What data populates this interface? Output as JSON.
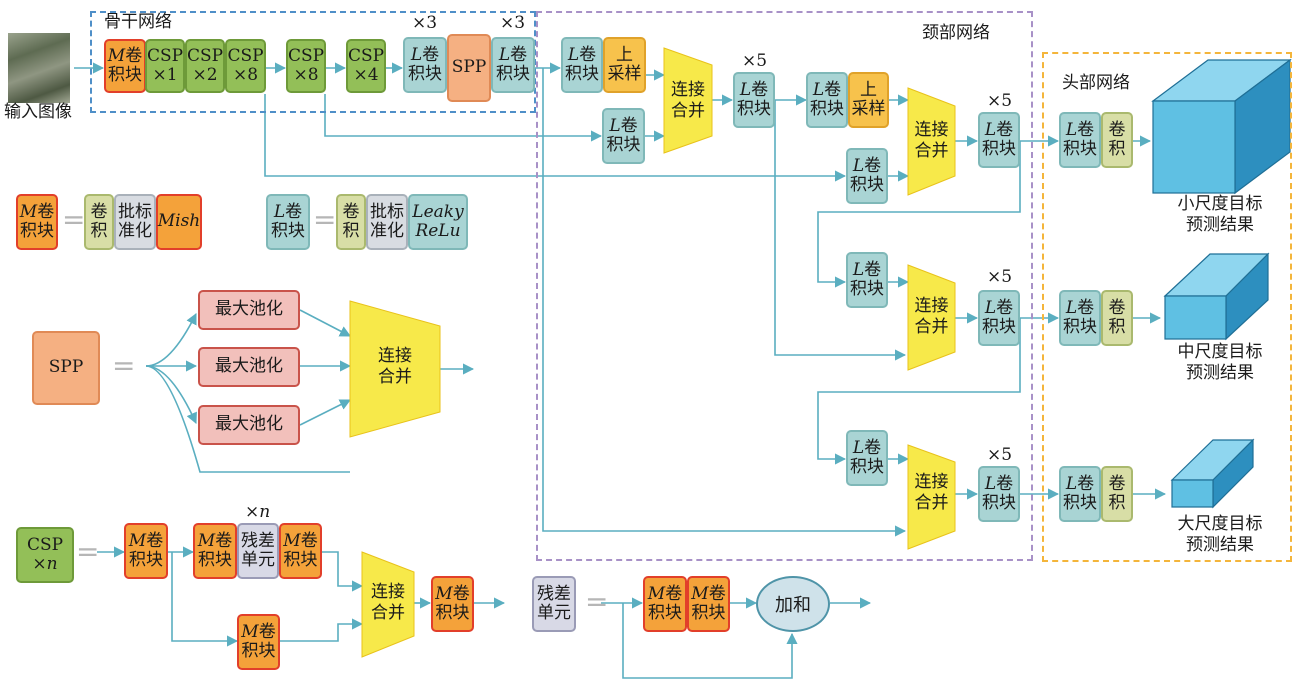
{
  "sections": {
    "backbone": "骨干网络",
    "neck": "颈部网络",
    "head": "头部网络"
  },
  "input_label": "输入图像",
  "blocks": {
    "m_conv": [
      "M",
      "卷",
      "积块"
    ],
    "l_conv": [
      "L",
      "卷",
      "积块"
    ],
    "csp1": [
      "CSP",
      "×1"
    ],
    "csp2": [
      "CSP",
      "×2"
    ],
    "csp8": [
      "CSP",
      "×8"
    ],
    "csp4": [
      "CSP",
      "×4"
    ],
    "spp": "SPP",
    "upsample": [
      "上",
      "采样"
    ],
    "concat": [
      "连接",
      "合并"
    ],
    "conv": [
      "卷",
      "积"
    ],
    "bn": [
      "批标",
      "准化"
    ],
    "mish": "Mish",
    "leaky": [
      "Leaky",
      "ReLu"
    ],
    "maxpool": "最大池化",
    "csp_n": [
      "CSP",
      "×n"
    ],
    "res_unit": [
      "残差",
      "单元"
    ],
    "add": "加和"
  },
  "multipliers": {
    "x3": "×3",
    "x5": "×5",
    "xn": "×n"
  },
  "outputs": [
    {
      "name": [
        "小尺度目标",
        "预测结果"
      ]
    },
    {
      "name": [
        "中尺度目标",
        "预测结果"
      ]
    },
    {
      "name": [
        "大尺度目标",
        "预测结果"
      ]
    }
  ],
  "equals": "=",
  "colors": {
    "arrow": "#5aaec0",
    "l_fill": "#a9d4d4",
    "m_fill": "#f4a23a",
    "m_border": "#e23f2a",
    "csp_fill": "#93bf58",
    "spp_fill": "#f5b082",
    "concat_fill": "#f7e94a",
    "cube_front": "#5fc0e3",
    "cube_side": "#2d8fbf",
    "cube_top": "#8fd6ef"
  }
}
